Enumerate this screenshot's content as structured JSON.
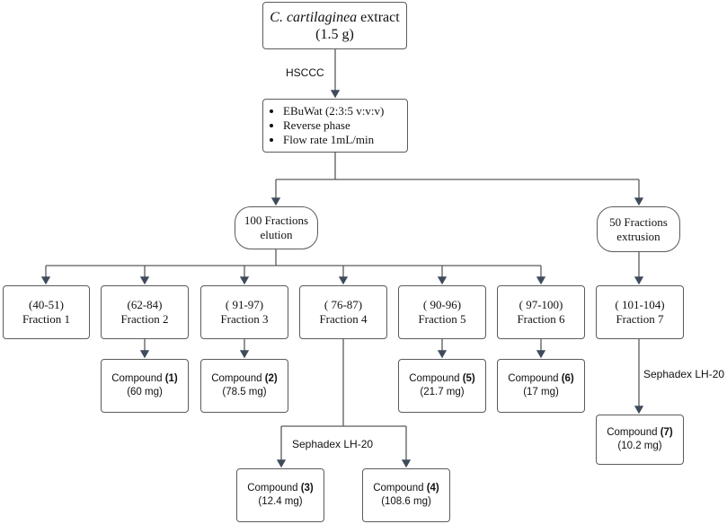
{
  "root": {
    "name": "C. cartilaginea",
    "name_suffix": "extract",
    "mass": "(1.5 g)"
  },
  "step_label": "HSCCC",
  "conditions": [
    "EBuWat (2:3:5 v:v:v)",
    "Reverse phase",
    "Flow rate 1mL/min"
  ],
  "branches": {
    "elution": {
      "line1": "100 Fractions",
      "line2": "elution"
    },
    "extrusion": {
      "line1": "50 Fractions",
      "line2": "extrusion"
    }
  },
  "fractions": [
    {
      "range": "(40-51)",
      "name": "Fraction 1"
    },
    {
      "range": "(62-84)",
      "name": "Fraction 2"
    },
    {
      "range": "( 91-97)",
      "name": "Fraction 3"
    },
    {
      "range": "( 76-87)",
      "name": "Fraction 4"
    },
    {
      "range": "( 90-96)",
      "name": "Fraction 5"
    },
    {
      "range": "( 97-100)",
      "name": "Fraction 6"
    },
    {
      "range": "( 101-104)",
      "name": "Fraction 7"
    }
  ],
  "sephadex_label": "Sephadex LH-20",
  "compounds": [
    {
      "word": "Compound",
      "num": "(1)",
      "mass": "(60 mg)"
    },
    {
      "word": "Compound",
      "num": "(2)",
      "mass": "(78.5 mg)"
    },
    {
      "word": "Compound",
      "num": "(3)",
      "mass": "(12.4 mg)"
    },
    {
      "word": "Compound",
      "num": "(4)",
      "mass": "(108.6 mg)"
    },
    {
      "word": "Compound",
      "num": "(5)",
      "mass": "(21.7 mg)"
    },
    {
      "word": "Compound",
      "num": "(6)",
      "mass": "(17 mg)"
    },
    {
      "word": "Compound",
      "num": "(7)",
      "mass": "(10.2 mg)"
    }
  ],
  "colors": {
    "line": "#5b5b5b",
    "arrow": "#3f4b5b"
  }
}
